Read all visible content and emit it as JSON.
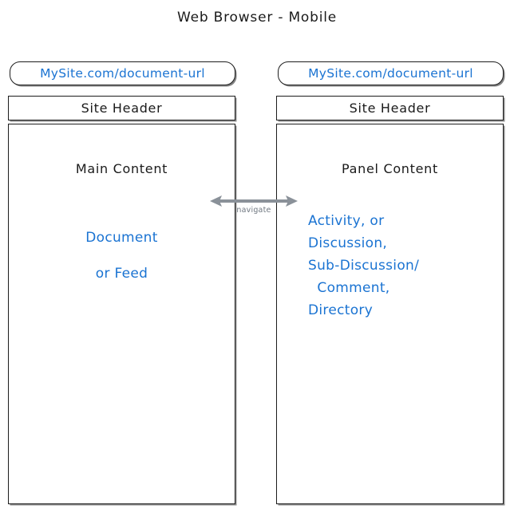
{
  "diagram": {
    "title": "Web Browser - Mobile",
    "colors": {
      "accent_blue": "#1a73d2",
      "ink": "#1a1a1a",
      "connector_gray": "#8a9199",
      "background": "#ffffff"
    }
  },
  "left_device": {
    "url_bar": {
      "value": "MySite.com/document-url"
    },
    "header": {
      "label": "Site Header"
    },
    "content": {
      "heading": "Main Content",
      "lines": [
        "Document",
        "or Feed"
      ]
    }
  },
  "right_device": {
    "url_bar": {
      "value": "MySite.com/document-url"
    },
    "header": {
      "label": "Site Header"
    },
    "content": {
      "heading": "Panel Content",
      "lines": [
        "Activity, or",
        "Discussion,",
        "Sub-Discussion/",
        "  Comment,",
        "Directory"
      ]
    }
  },
  "connector": {
    "label": "navigate",
    "direction": "bidirectional"
  }
}
